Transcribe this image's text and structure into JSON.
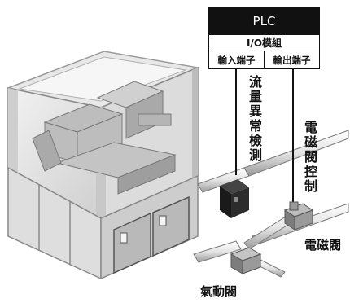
{
  "plc": {
    "title": "PLC",
    "io_module": "I/O模組",
    "input_port": "輸入端子",
    "output_port": "輸出端子"
  },
  "labels": {
    "flow_detect": "流量異常檢測",
    "valve_control": "電磁閥控制",
    "solenoid_valve": "電磁閥",
    "pneumatic_valve": "氣動閥"
  },
  "colors": {
    "plc_header": "#111111",
    "frame": "#d6d6d6",
    "glass": "#e6e6e6",
    "pipe": "#f2f2f2",
    "sensor": "#1a1a1a",
    "valve": "#8a8a8a"
  }
}
